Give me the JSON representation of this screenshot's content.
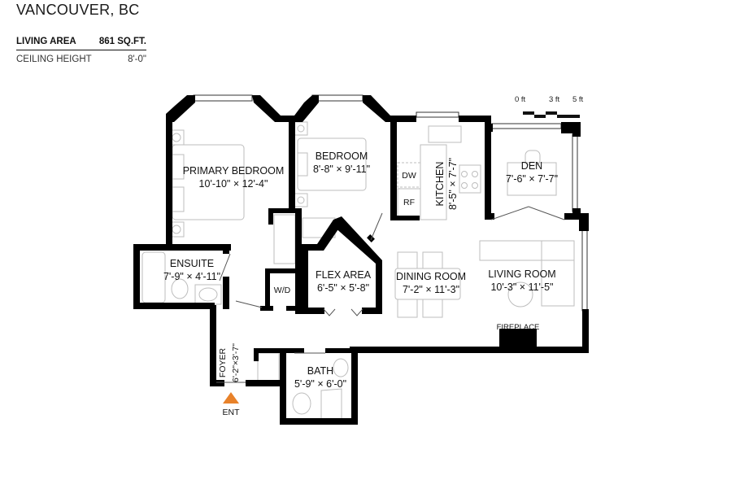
{
  "header": {
    "city": "VANCOUVER, BC",
    "specs": [
      {
        "label": "LIVING AREA",
        "value": "861 SQ.FT."
      },
      {
        "label": "CEILING HEIGHT",
        "value": "8'-0\""
      }
    ]
  },
  "scale": {
    "labels": [
      "0 ft",
      "3 ft",
      "5 ft"
    ]
  },
  "rooms": {
    "primary_bedroom": {
      "name": "PRIMARY BEDROOM",
      "dims": "10'-10\" × 12'-4\""
    },
    "bedroom": {
      "name": "BEDROOM",
      "dims": "8'-8\"  ×  9'-11\""
    },
    "kitchen": {
      "name": "KITCHEN",
      "dims": "8'-5\"  ×  7'-7\""
    },
    "den": {
      "name": "DEN",
      "dims": "7'-6\"  ×  7'-7\""
    },
    "ensuite": {
      "name": "ENSUITE",
      "dims": "7'-9\" × 4'-11\""
    },
    "flex_area": {
      "name": "FLEX AREA",
      "dims": "6'-5\"  ×  5'-8\""
    },
    "dining_room": {
      "name": "DINING ROOM",
      "dims": "7'-2\"  ×  11'-3\""
    },
    "living_room": {
      "name": "LIVING ROOM",
      "dims": "10'-3\" ×  11'-5\""
    },
    "foyer": {
      "name": "FOYER",
      "dims": "6'-2\"×3'-7\""
    },
    "bath": {
      "name": "BATH",
      "dims": "5'-9\" × 6'-0\""
    }
  },
  "fixtures": {
    "dishwasher": "DW",
    "fridge": "RF",
    "washer_dryer": "W/D",
    "fireplace": "FIREPLACE"
  },
  "entrance": {
    "label": "ENT",
    "marker_color": "#E8822A"
  }
}
